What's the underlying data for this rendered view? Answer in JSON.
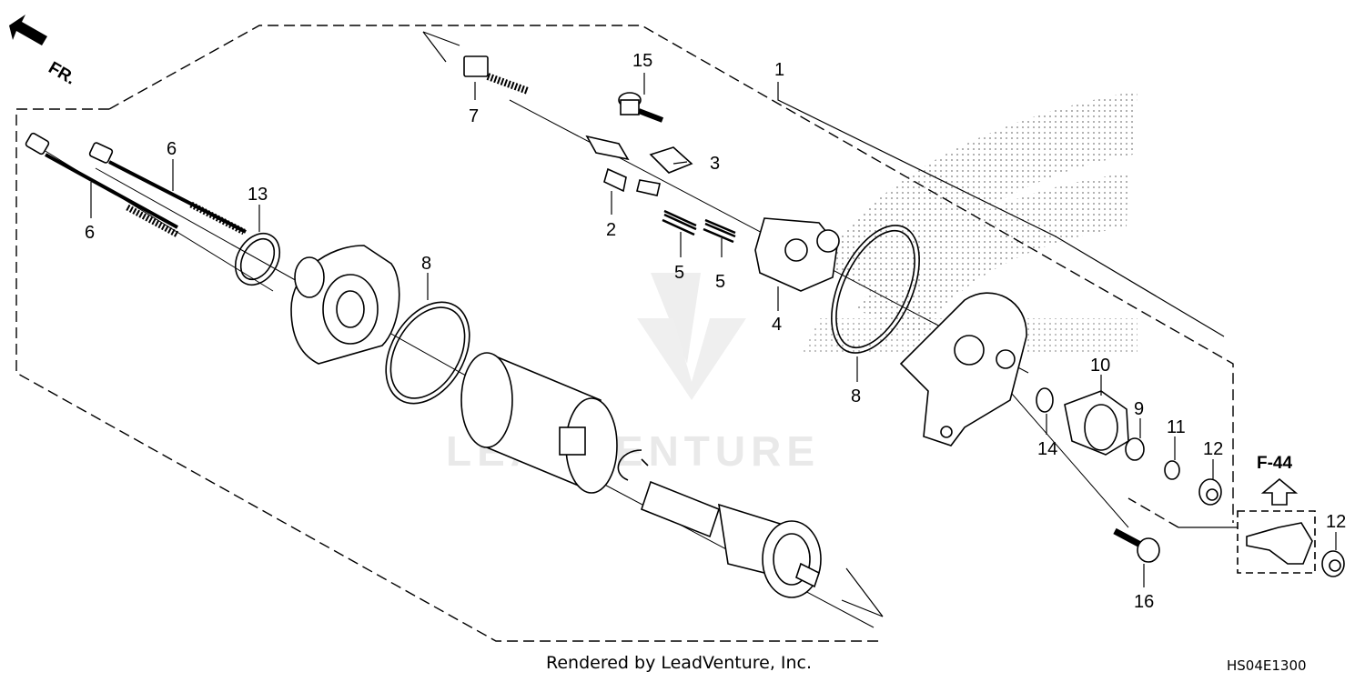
{
  "direction": {
    "label": "FR."
  },
  "reference": {
    "label": "F-44"
  },
  "callouts": [
    {
      "number": "1"
    },
    {
      "number": "15"
    },
    {
      "number": "7"
    },
    {
      "number": "3"
    },
    {
      "number": "2"
    },
    {
      "number": "6"
    },
    {
      "number": "6"
    },
    {
      "number": "13"
    },
    {
      "number": "8"
    },
    {
      "number": "5"
    },
    {
      "number": "5"
    },
    {
      "number": "4"
    },
    {
      "number": "8"
    },
    {
      "number": "10"
    },
    {
      "number": "9"
    },
    {
      "number": "11"
    },
    {
      "number": "14"
    },
    {
      "number": "12"
    },
    {
      "number": "12"
    },
    {
      "number": "16"
    }
  ],
  "watermark": {
    "text": "LEADVENTURE"
  },
  "footer": {
    "credit": "Rendered by LeadVenture, Inc.",
    "code": "HS04E1300"
  },
  "colors": {
    "line": "#000000",
    "watermark": "#e9e9e9",
    "stipple": "#9a9a9a"
  }
}
